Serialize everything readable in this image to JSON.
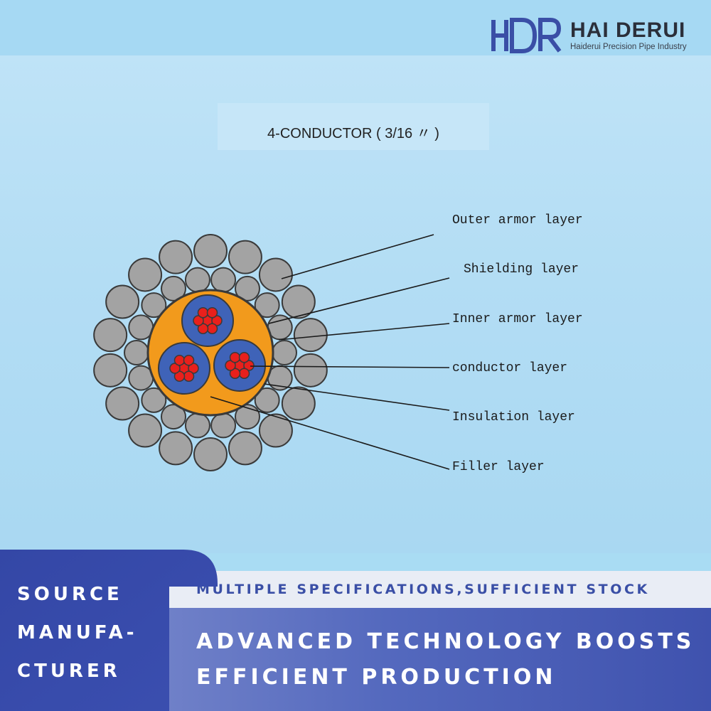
{
  "brand": {
    "name": "HAI DERUI",
    "tagline": "Haiderui Precision Pipe Industry",
    "logo_mark": "HDR",
    "color": "#3a4fa6"
  },
  "diagram": {
    "title": "4-CONDUCTOR ( 3/16 〃 )",
    "labels": [
      "Outer armor layer",
      "Shielding layer",
      "Inner armor layer",
      "conductor layer",
      "Insulation layer",
      "Filler layer"
    ],
    "colors": {
      "armor_wire": "#a3a3a3",
      "filler": "#f29a1c",
      "insulation": "#3f63b8",
      "conductor": "#e8201c"
    }
  },
  "banner": {
    "left": [
      "SOURCE",
      "MANUFA-",
      "CTURER"
    ],
    "strip": "MULTIPLE SPECIFICATIONS,SUFFICIENT STOCK",
    "headline": [
      "ADVANCED TECHNOLOGY BOOSTS",
      "EFFICIENT PRODUCTION"
    ]
  }
}
